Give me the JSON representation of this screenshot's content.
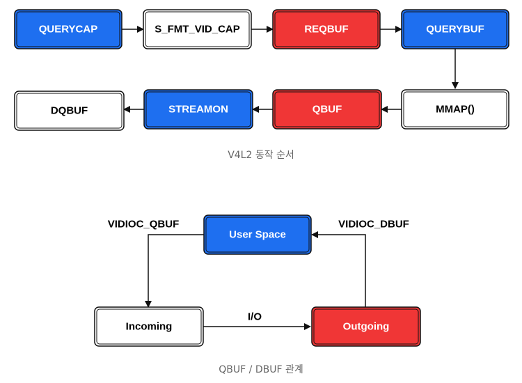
{
  "colors": {
    "blue": "#1e6ff0",
    "red": "#f03636",
    "white": "#ffffff",
    "border": "#111111",
    "caption": "#666666"
  },
  "diagram1": {
    "nodes": [
      {
        "id": "querycap",
        "label": "QUERYCAP",
        "fill": "blue"
      },
      {
        "id": "s-fmt-vid-cap",
        "label": "S_FMT_VID_CAP",
        "fill": "white"
      },
      {
        "id": "reqbuf",
        "label": "REQBUF",
        "fill": "red"
      },
      {
        "id": "querybuf",
        "label": "QUERYBUF",
        "fill": "blue"
      },
      {
        "id": "mmap",
        "label": "MMAP()",
        "fill": "white"
      },
      {
        "id": "qbuf",
        "label": "QBUF",
        "fill": "red"
      },
      {
        "id": "streamon",
        "label": "STREAMON",
        "fill": "blue"
      },
      {
        "id": "dqbuf",
        "label": "DQBUF",
        "fill": "white"
      }
    ],
    "caption": "V4L2 동작 순서"
  },
  "diagram2": {
    "nodes": [
      {
        "id": "user-space",
        "label": "User Space",
        "fill": "blue"
      },
      {
        "id": "incoming",
        "label": "Incoming",
        "fill": "white"
      },
      {
        "id": "outgoing",
        "label": "Outgoing",
        "fill": "red"
      }
    ],
    "edge_labels": {
      "vidioc_qbuf": "VIDIOC_QBUF",
      "vidioc_dbuf": "VIDIOC_DBUF",
      "io": "I/O"
    },
    "caption": "QBUF / DBUF 관계"
  }
}
